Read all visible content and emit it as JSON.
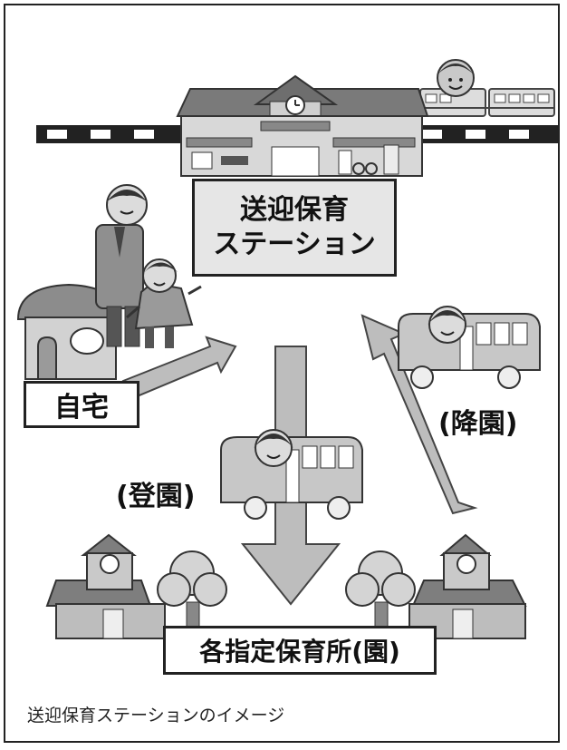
{
  "station_label": [
    "送迎保育",
    "ステーション"
  ],
  "home_label": "自宅",
  "nursery_label": "各指定保育所(園)",
  "drop_off_label": "(登園)",
  "pick_up_label": "(降園)",
  "caption": "送迎保育ステーションのイメージ",
  "colors": {
    "frame": "#222222",
    "arrow_gray": "#bdbdbd",
    "building_gray": "#9e9e9e",
    "box_gray": "#e6e6e6"
  }
}
